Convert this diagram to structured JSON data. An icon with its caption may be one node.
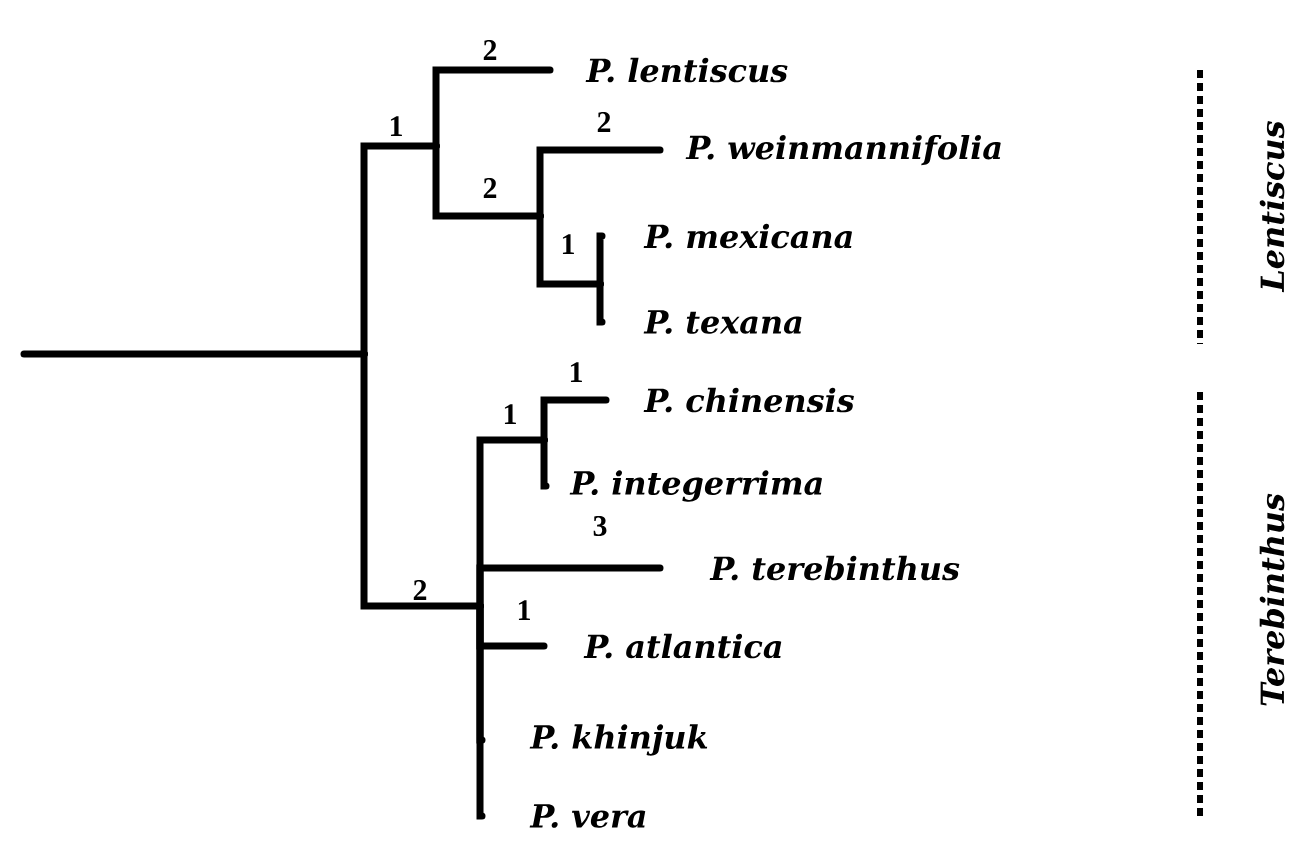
{
  "diagram": {
    "nodes": [
      {
        "text": [],
        "shape": "point"
      },
      {
        "text": [],
        "shape": "point"
      },
      {
        "text": [
          "P. lentiscus"
        ]
      },
      {
        "text": [],
        "shape": "point"
      },
      {
        "text": [
          "P. weinmannifolia"
        ]
      },
      {
        "text": [],
        "shape": "point"
      },
      {
        "text": [
          "P. mexicana"
        ]
      },
      {
        "text": [
          "P. texana"
        ]
      },
      {
        "text": [],
        "shape": "point"
      },
      {
        "text": [],
        "shape": "point"
      },
      {
        "text": [
          "P. chinensis"
        ]
      },
      {
        "text": [
          "P. integerrima"
        ]
      },
      {
        "text": [
          "P. terebinthus"
        ]
      },
      {
        "text": [
          "P. atlantica"
        ]
      },
      {
        "text": [
          "P. khinjuk"
        ]
      },
      {
        "text": [
          "P. vera"
        ]
      }
    ],
    "edges": [
      {
        "from": null,
        "to": 0,
        "arrow": "none"
      },
      {
        "from": 0,
        "to": 1,
        "arrow": "none",
        "label": "1"
      },
      {
        "from": 1,
        "to": 2,
        "arrow": "none",
        "label": "2"
      },
      {
        "from": 1,
        "to": 3,
        "arrow": "none",
        "label": "2"
      },
      {
        "from": 3,
        "to": 4,
        "arrow": "none",
        "label": "2"
      },
      {
        "from": 3,
        "to": 5,
        "arrow": "none",
        "label": "1"
      },
      {
        "from": 5,
        "to": 6,
        "arrow": "none"
      },
      {
        "from": 5,
        "to": 7,
        "arrow": "none"
      },
      {
        "from": 0,
        "to": 8,
        "arrow": "none",
        "label": "2"
      },
      {
        "from": 8,
        "to": 9,
        "arrow": "none",
        "label": "1"
      },
      {
        "from": 9,
        "to": 10,
        "arrow": "none",
        "label": "1"
      },
      {
        "from": 9,
        "to": 11,
        "arrow": "none"
      },
      {
        "from": 8,
        "to": 12,
        "arrow": "none",
        "label": "3"
      },
      {
        "from": 8,
        "to": 13,
        "arrow": "none",
        "label": "1"
      },
      {
        "from": 8,
        "to": 14,
        "arrow": "none"
      },
      {
        "from": 8,
        "to": 15,
        "arrow": "none"
      }
    ],
    "labels": [
      "Lentiscus",
      "Terebinthus"
    ]
  }
}
